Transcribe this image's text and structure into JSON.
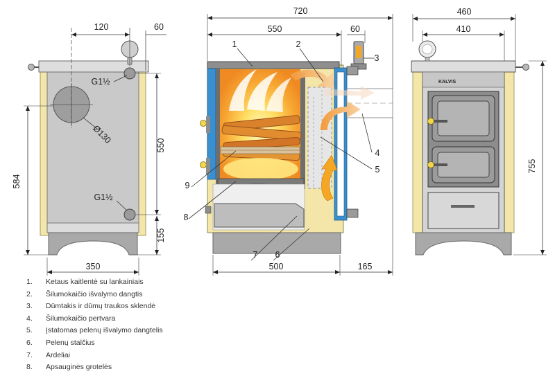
{
  "dimensions": {
    "d720": "720",
    "d460": "460",
    "d120": "120",
    "d60_side": "60",
    "d550_top": "550",
    "d60_front": "60",
    "d410": "410",
    "d550_height": "550",
    "d584": "584",
    "d155": "155",
    "d350": "350",
    "d500": "500",
    "d165": "165",
    "d755": "755",
    "g1_top": "G1½",
    "g1_bottom": "G1½",
    "diameter": "Ø130"
  },
  "callouts": [
    "1",
    "2",
    "3",
    "4",
    "5",
    "6",
    "7",
    "8",
    "9"
  ],
  "brand": "KALVIS",
  "legend": [
    {
      "num": "1.",
      "text": "Ketaus kaitlentė su lankainiais"
    },
    {
      "num": "2.",
      "text": "Šilumokaičio išvalymo dangtis"
    },
    {
      "num": "3.",
      "text": "Dūmtakis ir dūmų traukos sklendė"
    },
    {
      "num": "4.",
      "text": "Šilumokaičio pertvara"
    },
    {
      "num": "5.",
      "text": "Įstatomas pelenų išvalymo dangtelis"
    },
    {
      "num": "6.",
      "text": "Pelenų stalčius"
    },
    {
      "num": "7.",
      "text": "Ardeliai"
    },
    {
      "num": "8.",
      "text": "Apsauginės grotelės"
    }
  ],
  "colors": {
    "body_gray": "#c8c8c8",
    "frame_cream": "#f3e6a8",
    "insulation_blue": "#3a8fcf",
    "flame_orange": "#f6a234",
    "base_gray": "#a9a9a9"
  }
}
